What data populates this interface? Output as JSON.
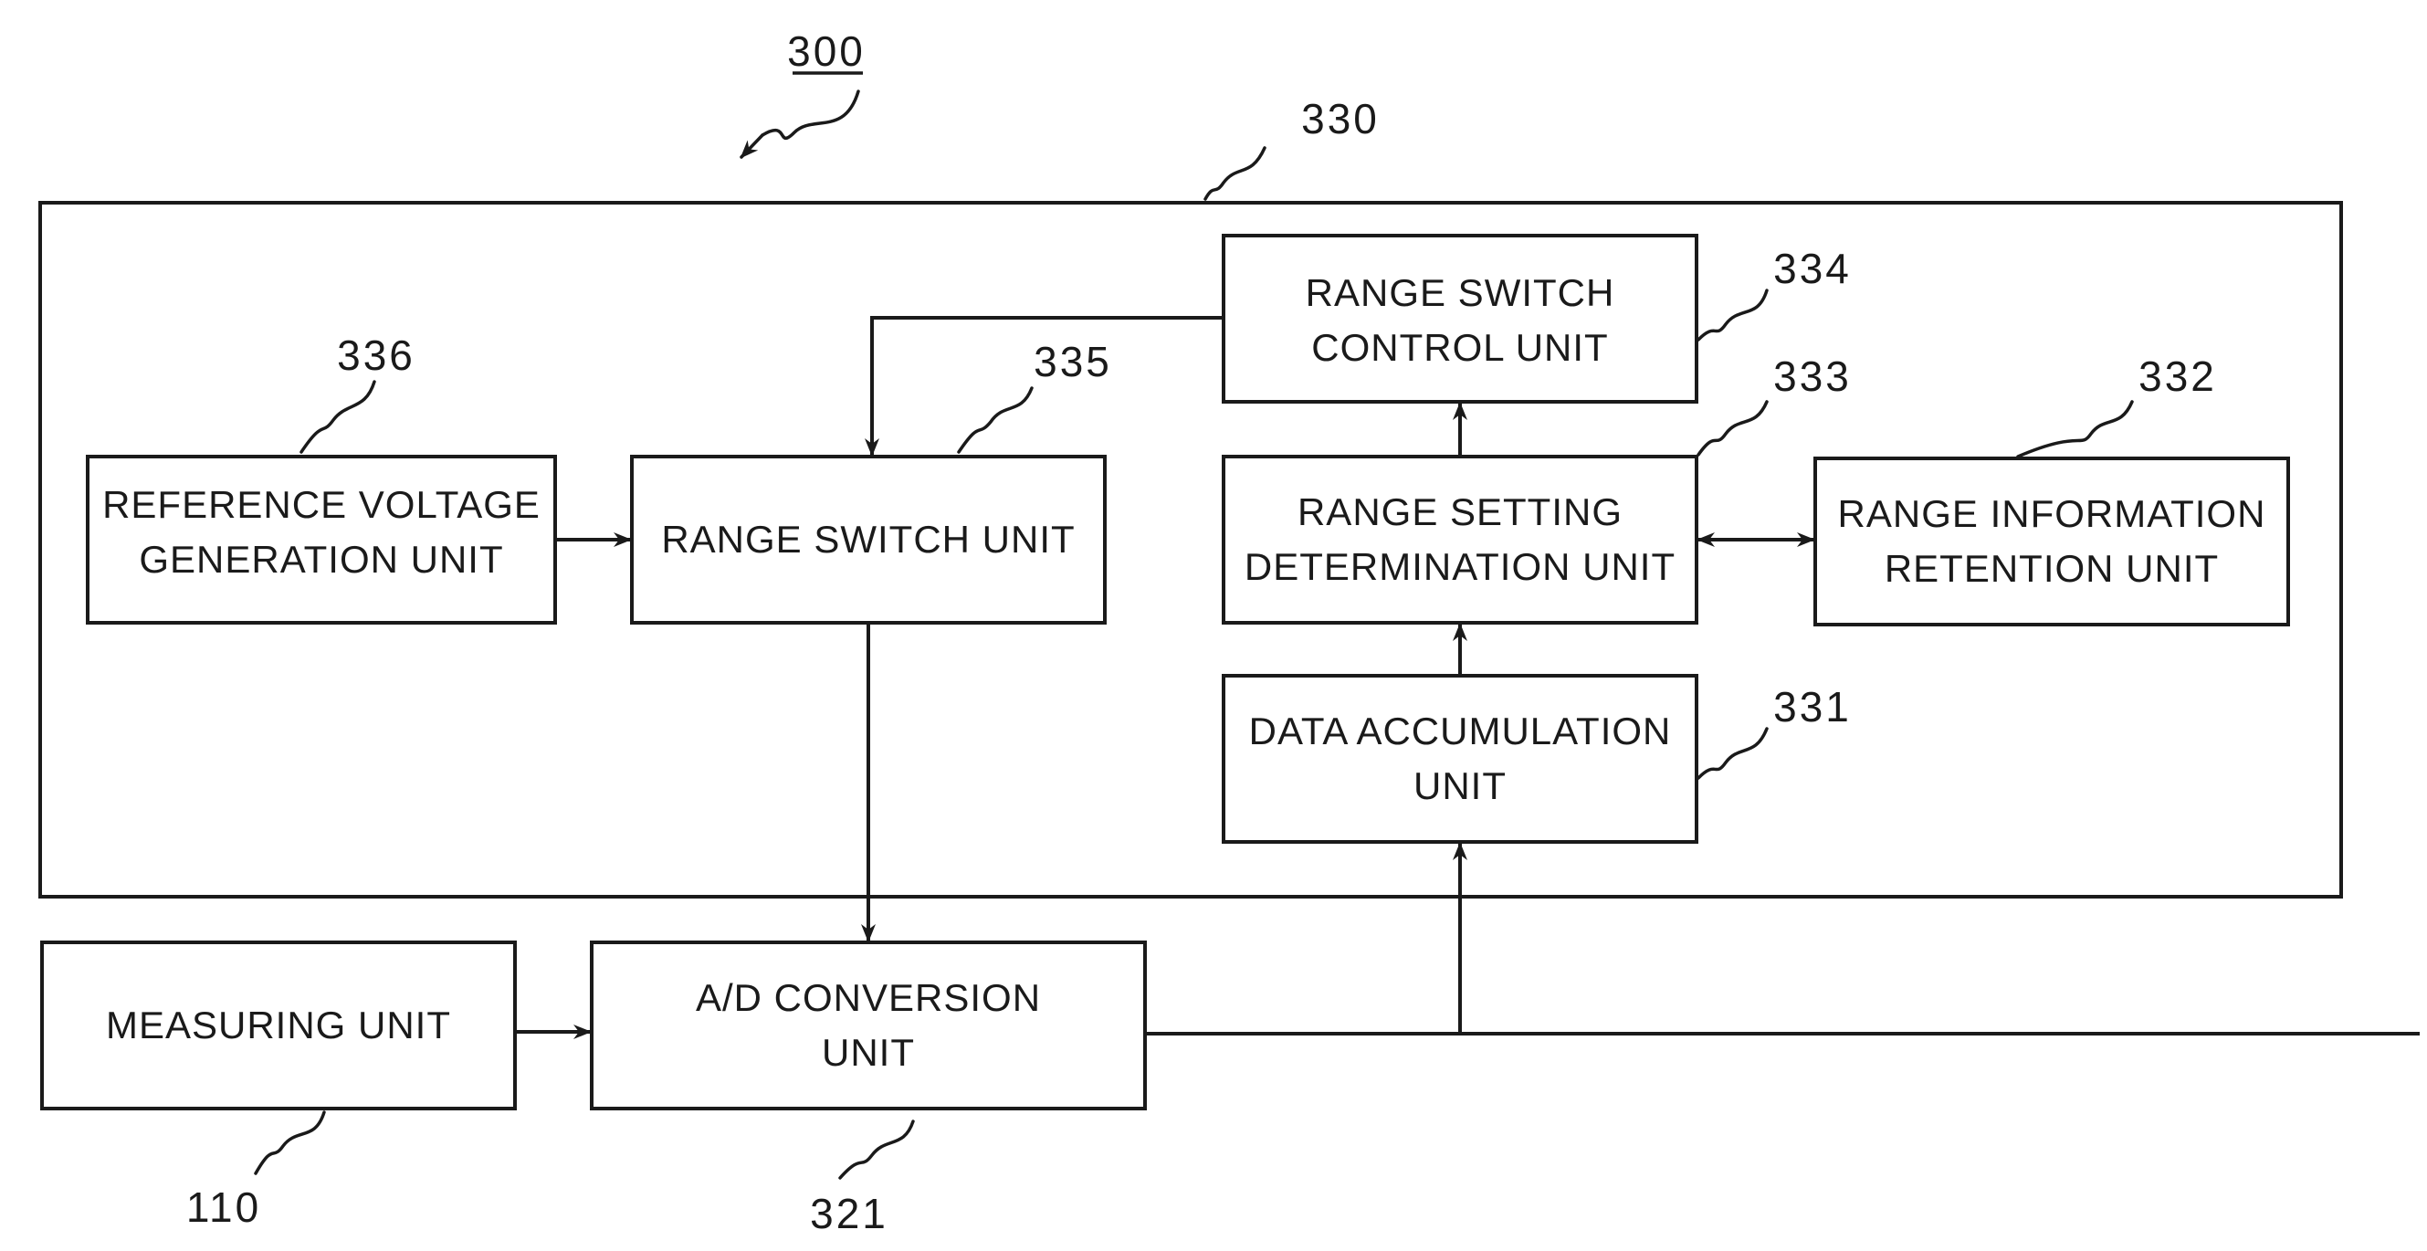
{
  "figure": {
    "reference": "300",
    "container_reference": "330"
  },
  "blocks": {
    "range_switch_control": {
      "lines": [
        "RANGE SWITCH",
        "CONTROL UNIT"
      ],
      "ref": "334"
    },
    "reference_voltage": {
      "lines": [
        "REFERENCE VOLTAGE",
        "GENERATION UNIT"
      ],
      "ref": "336"
    },
    "range_switch": {
      "lines": [
        "RANGE SWITCH UNIT"
      ],
      "ref": "335"
    },
    "range_setting": {
      "lines": [
        "RANGE SETTING",
        "DETERMINATION UNIT"
      ],
      "ref": "333"
    },
    "range_information": {
      "lines": [
        "RANGE INFORMATION",
        "RETENTION UNIT"
      ],
      "ref": "332"
    },
    "data_accumulation": {
      "lines": [
        "DATA ACCUMULATION",
        "UNIT"
      ],
      "ref": "331"
    },
    "measuring": {
      "lines": [
        "MEASURING UNIT"
      ],
      "ref": "110"
    },
    "ad_conversion": {
      "lines": [
        "A/D CONVERSION",
        "UNIT"
      ],
      "ref": "321"
    }
  }
}
